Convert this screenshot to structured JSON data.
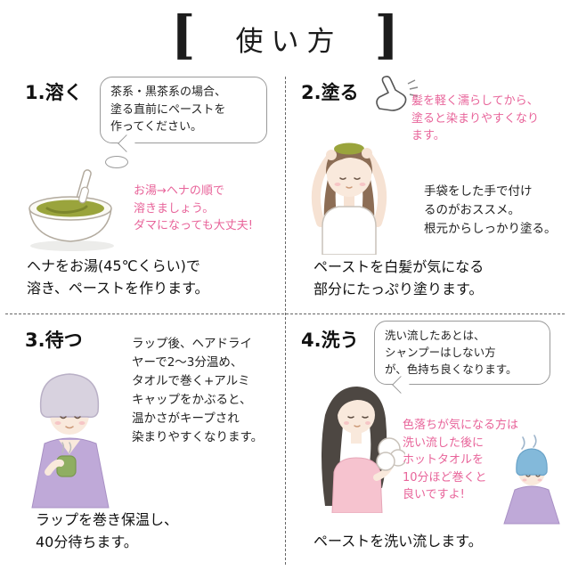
{
  "title": {
    "bracket_left": "[",
    "text": "使い方",
    "bracket_right": "]"
  },
  "sections": {
    "dissolve": {
      "heading": "1.溶く",
      "bubble": "茶系・黒茶系の場合、\n塗る直前にペーストを\n作ってください。",
      "tip": "お湯→ヘナの順で\n溶きましょう。\nダマになっても大丈夫!",
      "caption": "ヘナをお湯(45℃くらい)で\n溶き、ペーストを作ります。"
    },
    "apply": {
      "heading": "2.塗る",
      "tip": "髪を軽く濡らしてから、\n塗ると染まりやすくなり\nます。",
      "note": "手袋をした手で付け\nるのがおススメ。\n根元からしっかり塗る。",
      "caption": "ペーストを白髪が気になる\n部分にたっぷり塗ります。"
    },
    "wait": {
      "heading": "3.待つ",
      "note": "ラップ後、ヘアドライ\nヤーで2〜3分温め、\nタオルで巻く+アルミ\nキャップをかぶると、\n温かさがキープされ\n染まりやすくなります。",
      "caption": "ラップを巻き保温し、\n40分待ちます。"
    },
    "wash": {
      "heading": "4.洗う",
      "bubble": "洗い流したあとは、\nシャンプーはしない方\nが、色持ち良くなります。",
      "tip": "色落ちが気になる方は\n洗い流した後に\nホットタオルを\n10分ほど巻くと\n良いですよ!",
      "caption": "ペーストを洗い流します。"
    }
  },
  "colors": {
    "pink_accent": "#e8649a",
    "purple_accent": "#a78bbf",
    "paste_green": "#9aa43c",
    "cape_purple": "#bfa9d8",
    "cap_blue": "#83b9da",
    "text": "#1c1c1c"
  },
  "illustrations": {
    "dissolve": "bowl-with-henna-paste-and-spoon",
    "apply": "woman-applying-paste-to-hair",
    "apply_pointer": "pointing-hand",
    "wait": "woman-with-cap-holding-cup",
    "wash": "woman-with-towel",
    "wash_small": "person-with-blue-hot-towel-cap"
  }
}
